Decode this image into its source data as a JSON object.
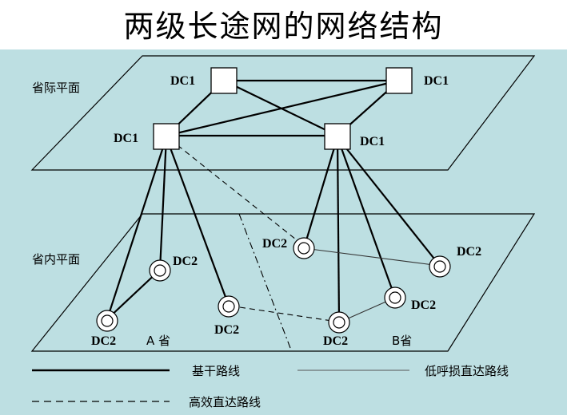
{
  "title": "两级长途网的网络结构",
  "planes": {
    "inter_province": "省际平面",
    "intra_province": "省内平面"
  },
  "dc1_nodes": [
    "DC1",
    "DC1",
    "DC1",
    "DC1"
  ],
  "dc2_nodes": [
    "DC2",
    "DC2",
    "DC2",
    "DC2",
    "DC2",
    "DC2",
    "DC2"
  ],
  "provinces": {
    "a": "A 省",
    "b": "B省"
  },
  "legend": {
    "trunk": "基干路线",
    "low_call_direct": "低呼损直达路线",
    "high_efficiency_direct": "高效直达路线"
  },
  "colors": {
    "background": "#bddfe2",
    "line": "#000000",
    "node_fill": "#ffffff",
    "low_call_line": "#555555"
  }
}
